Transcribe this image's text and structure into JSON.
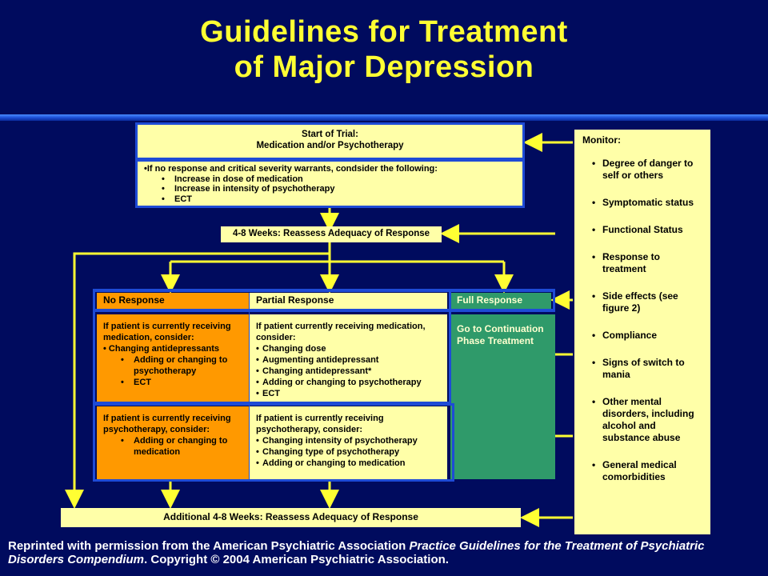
{
  "title": {
    "line1": "Guidelines for Treatment",
    "line2": "of Major Depression"
  },
  "start": {
    "line1": "Start of Trial:",
    "line2": "Medication and/or Psychotherapy"
  },
  "no_response_box": {
    "lead": "•If no response and critical severity warrants, condsider the following:",
    "items": [
      "Increase in dose of medication",
      "Increase in intensity of psychotherapy",
      "ECT"
    ]
  },
  "reassess": "4-8 Weeks: Reassess Adequacy of Response",
  "headers": {
    "no_response": "No Response",
    "partial_response": "Partial Response",
    "full_response": "Full Response"
  },
  "no_med": {
    "lead": "If patient is currently receiving medication, consider:",
    "item1": "• Changing antidepressants",
    "items": [
      "Adding or changing to psychotherapy",
      "ECT"
    ]
  },
  "partial_med": {
    "lead": "If patient currently receiving medication, consider:",
    "items": [
      "Changing dose",
      "Augmenting antidepressant",
      "Changing antidepressant*",
      "Adding or changing to psychotherapy",
      "ECT"
    ]
  },
  "full": {
    "text": "Go to Continuation Phase Treatment"
  },
  "no_psy": {
    "lead": "If patient is currently receiving psychotherapy, consider:",
    "items": [
      "Adding or changing to medication"
    ]
  },
  "partial_psy": {
    "lead": "If patient is currently receiving psychotherapy, consider:",
    "items": [
      "Changing intensity of psychotherapy",
      "Changing type of psychotherapy",
      "Adding or changing to medication"
    ]
  },
  "additional": "Additional 4-8 Weeks: Reassess Adequacy of Response",
  "monitor": {
    "heading": "Monitor:",
    "items": [
      "Degree of danger to self or others",
      "Symptomatic status",
      "Functional Status",
      "Response to treatment",
      "Side effects (see figure 2)",
      "Compliance",
      "Signs of switch to mania",
      "Other mental disorders, including alcohol and substance abuse",
      "General medical comorbidities"
    ]
  },
  "footer": {
    "part1": "Reprinted with permission from the American Psychiatric Association ",
    "italic": "Practice Guidelines for the Treatment of Psychiatric Disorders Compendium",
    "part2": ". Copyright © 2004 American Psychiatric Association."
  },
  "colors": {
    "background": "#000b5e",
    "title": "#ffff33",
    "box_fill": "#ffffa8",
    "border_blue": "#1e4bd6",
    "no_response": "#ff9900",
    "full_response": "#2f9a6a",
    "arrow": "#ffff33"
  }
}
